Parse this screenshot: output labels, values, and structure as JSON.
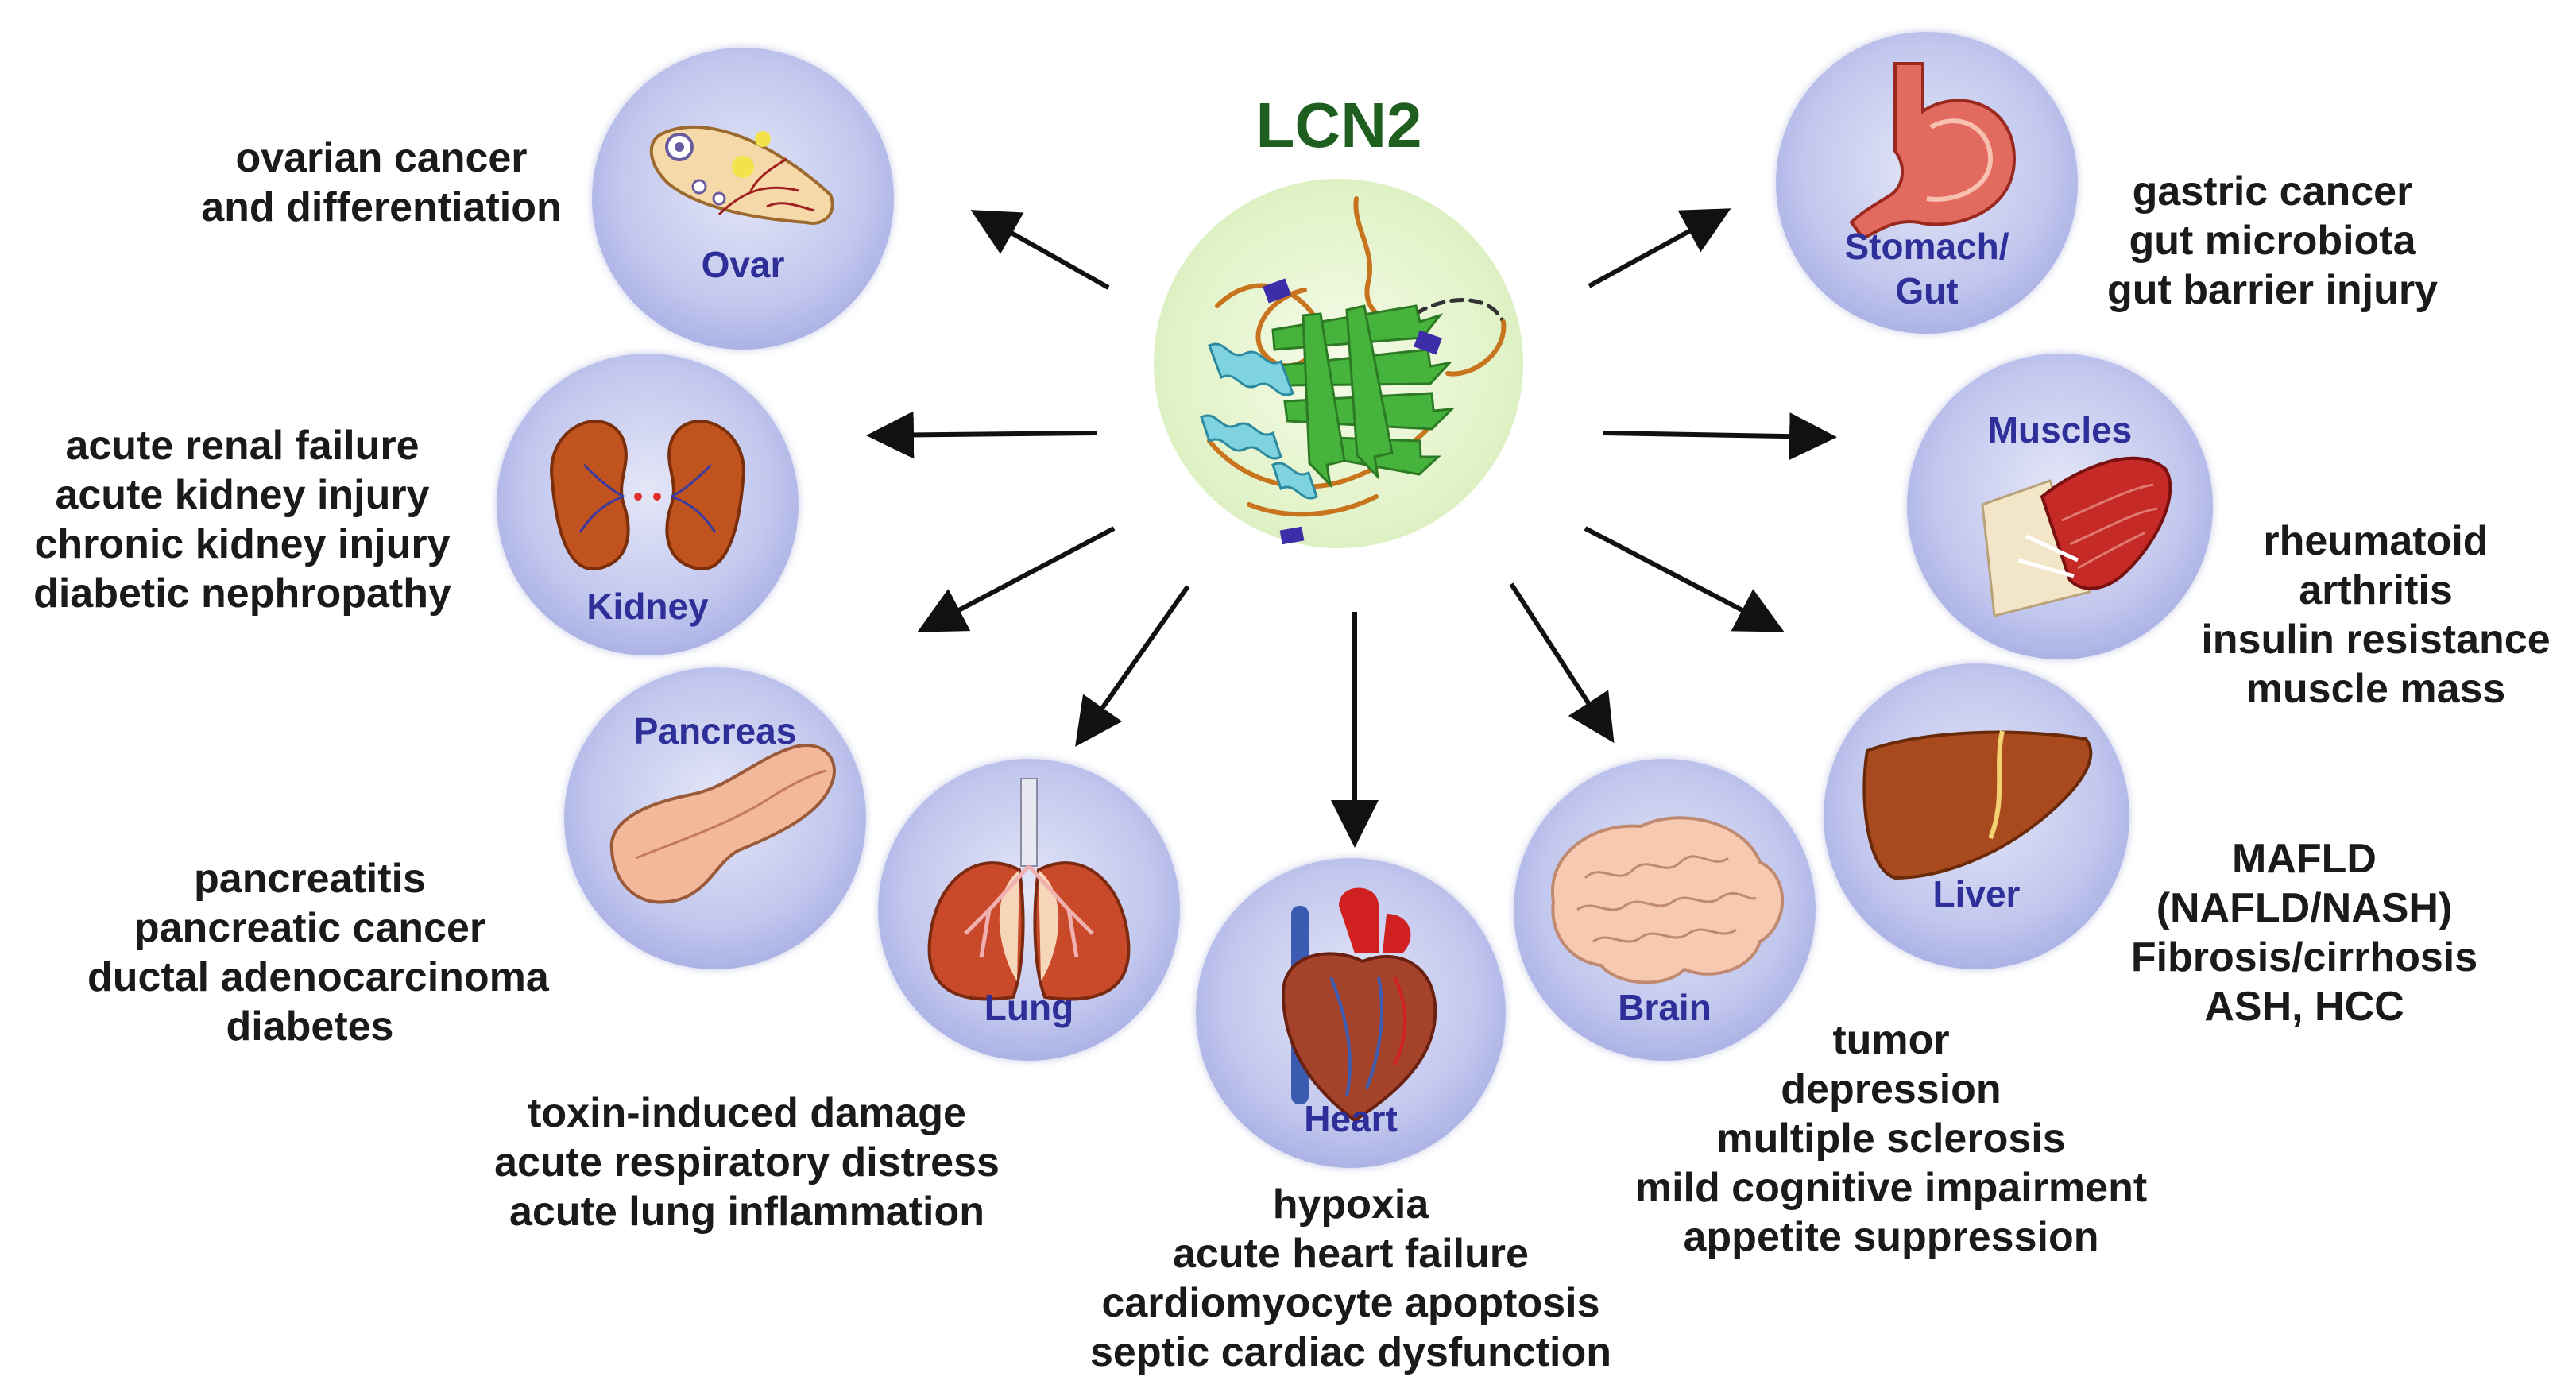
{
  "title": "LCN2",
  "organs": {
    "ovar": {
      "label": "Ovar",
      "diseases": [
        "ovarian cancer",
        "and differentiation"
      ]
    },
    "kidney": {
      "label": "Kidney",
      "diseases": [
        "acute renal failure",
        "acute kidney injury",
        "chronic kidney injury",
        "diabetic nephropathy"
      ]
    },
    "pancreas": {
      "label": "Pancreas",
      "diseases": [
        "pancreatitis",
        "pancreatic cancer",
        "ductal adenocarcinoma",
        "diabetes"
      ]
    },
    "lung": {
      "label": "Lung",
      "diseases": [
        "toxin-induced damage",
        "acute respiratory distress",
        "acute lung inflammation"
      ]
    },
    "heart": {
      "label": "Heart",
      "diseases": [
        "hypoxia",
        "acute heart failure",
        "cardiomyocyte apoptosis",
        "septic cardiac dysfunction"
      ]
    },
    "brain": {
      "label": "Brain",
      "diseases": [
        "tumor",
        "depression",
        "multiple sclerosis",
        "mild cognitive impairment",
        "appetite suppression"
      ]
    },
    "liver": {
      "label": "Liver",
      "diseases": [
        "MAFLD",
        "(NAFLD/NASH)",
        "Fibrosis/cirrhosis",
        "ASH, HCC"
      ]
    },
    "muscles": {
      "label": "Muscles",
      "diseases": [
        "rheumatoid",
        "arthritis",
        "insulin resistance",
        "muscle mass"
      ]
    },
    "stomach": {
      "label_line1": "Stomach/",
      "label_line2": "Gut",
      "diseases": [
        "gastric cancer",
        "gut microbiota",
        "gut barrier injury"
      ]
    }
  },
  "colors": {
    "title": "#1e5e1e",
    "organ_label": "#2f2f9a",
    "arrow": "#111111"
  }
}
